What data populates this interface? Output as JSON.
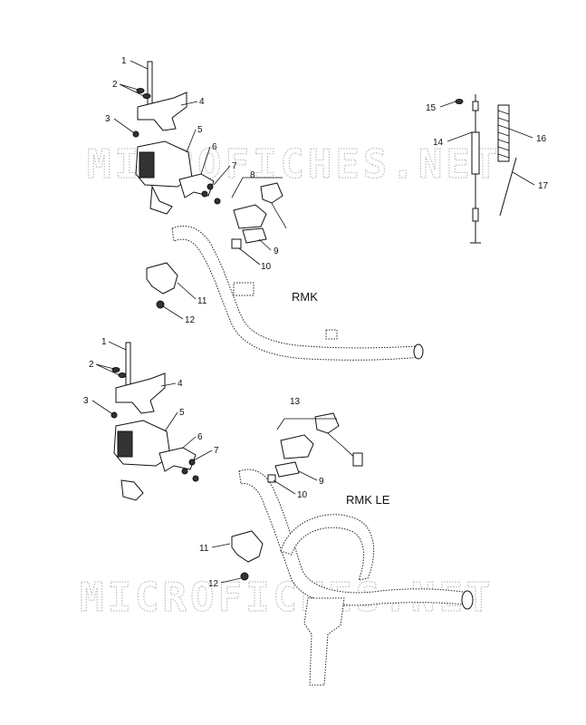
{
  "watermark": {
    "top": "MICROFICHES.NET",
    "bottom": "MICROFICHES.NET"
  },
  "sections": {
    "rmk": "RMK",
    "rmk_le": "RMK LE"
  },
  "callouts_upper": [
    "1",
    "2",
    "3",
    "4",
    "5",
    "6",
    "7",
    "8",
    "9",
    "10",
    "11",
    "12"
  ],
  "callouts_cable": [
    "14",
    "15",
    "16",
    "17"
  ],
  "callouts_lower": [
    "1",
    "2",
    "3",
    "4",
    "5",
    "6",
    "7",
    "9",
    "10",
    "11",
    "12",
    "13"
  ]
}
